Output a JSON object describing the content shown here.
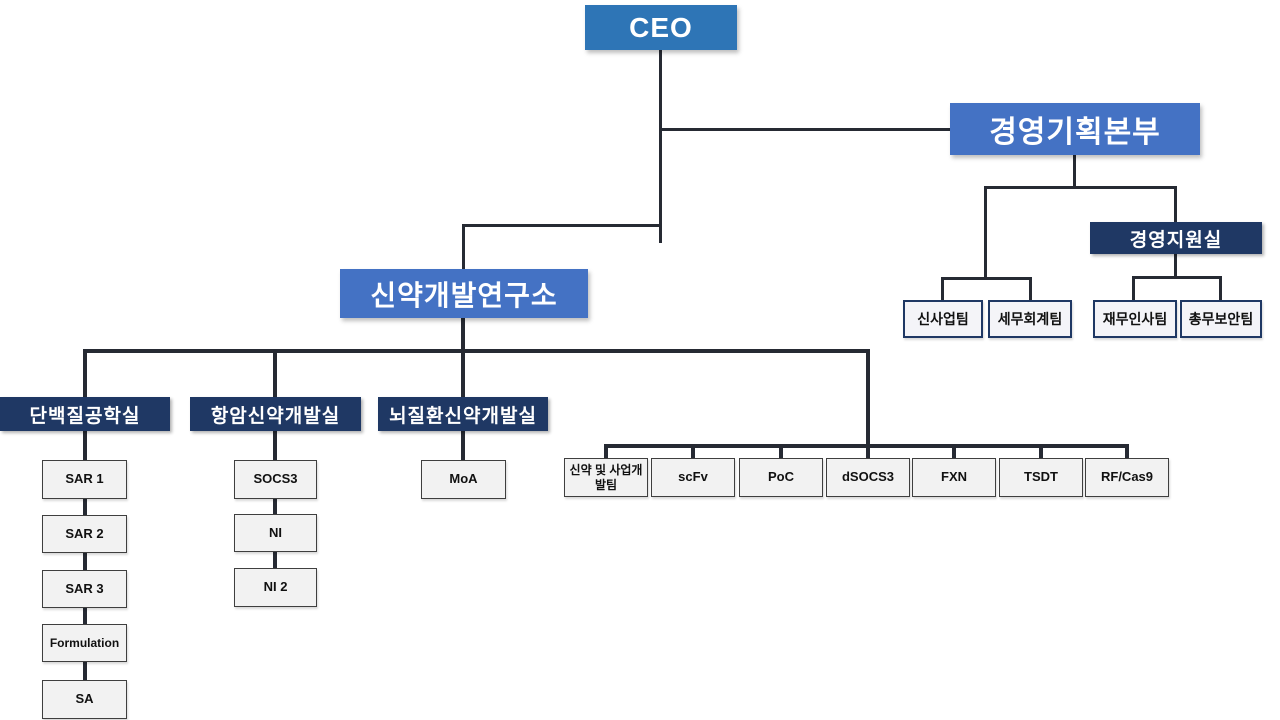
{
  "palette": {
    "ceo_blue": "#2E75B6",
    "division_blue": "#4472C4",
    "navy": "#1F3864",
    "small_box_fill": "#F2F2F2",
    "small_box_border_gray": "#3F3F3F",
    "connector_color": "#262A33",
    "text_on_blue": "#FFFFFF",
    "text_dark": "#111111"
  },
  "chart": {
    "ceo": "CEO",
    "management_hq": "경영기획본부",
    "research_institute": "신약개발연구소",
    "management_support_office": "경영지원실",
    "hq_teams": [
      "신사업팀",
      "세무회계팀"
    ],
    "support_office_teams": [
      "재무인사팀",
      "총무보안팀"
    ],
    "labs": [
      "단백질공학실",
      "항암신약개발실",
      "뇌질환신약개발실"
    ],
    "protein_lab_units": [
      "SAR 1",
      "SAR 2",
      "SAR 3",
      "Formulation",
      "SA"
    ],
    "oncology_lab_units": [
      "SOCS3",
      "NI",
      "NI 2"
    ],
    "brain_lab_units": [
      "MoA"
    ],
    "institute_teams": [
      "신약 및 사업개발팀",
      "scFv",
      "PoC",
      "dSOCS3",
      "FXN",
      "TSDT",
      "RF/Cas9"
    ]
  }
}
